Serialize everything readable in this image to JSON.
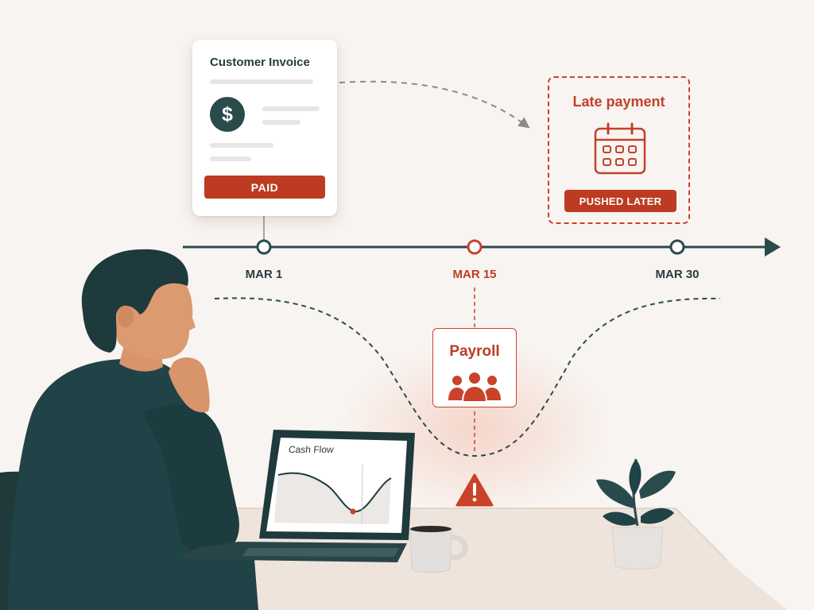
{
  "invoice_card": {
    "title": "Customer Invoice",
    "icon": "dollar-icon",
    "dollar_symbol": "$",
    "status_label": "PAID"
  },
  "late_payment_card": {
    "title": "Late payment",
    "icon": "calendar-icon",
    "status_label": "PUSHED LATER"
  },
  "timeline": {
    "dates": [
      "MAR 1",
      "MAR 15",
      "MAR 30"
    ]
  },
  "payroll_card": {
    "title": "Payroll",
    "icon": "people-icon"
  },
  "warning": {
    "icon": "warning-icon"
  },
  "laptop": {
    "screen_title": "Cash Flow"
  },
  "colors": {
    "accent_red": "#bd3b23",
    "teal_dark": "#2a4b4c",
    "background": "#f8f4f1"
  }
}
